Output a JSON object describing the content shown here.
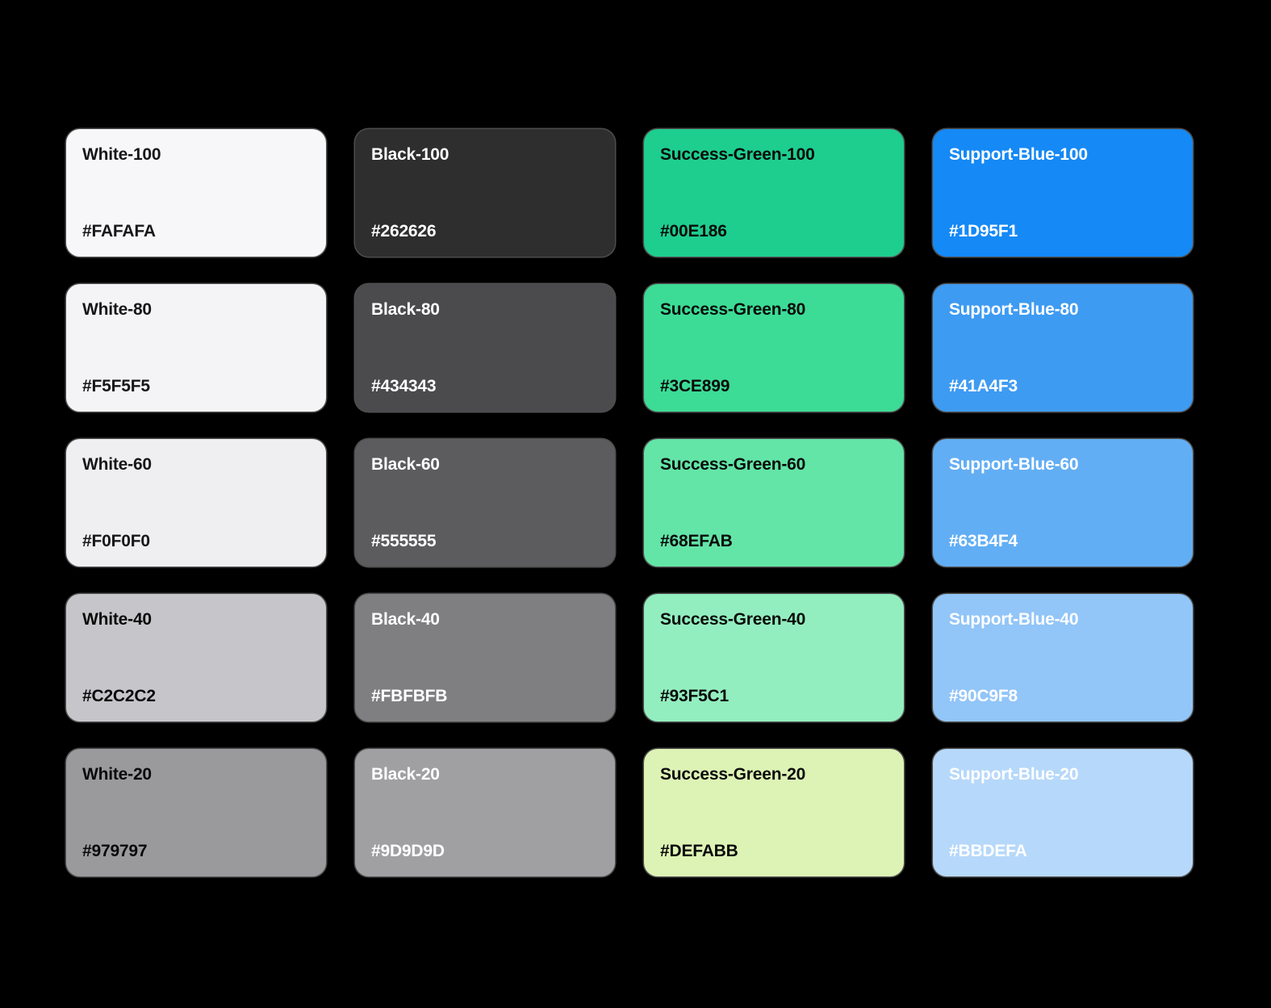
{
  "page": {
    "background": "#000000",
    "title": "Color Palette Swatch Grid",
    "columns": 4,
    "rows": 5
  },
  "swatches": [
    {
      "name": "White-100",
      "hex": "#FAFAFA",
      "swatch_fill": "#F7F7F9",
      "text_color": "#17171A",
      "group": "White",
      "step": 100
    },
    {
      "name": "Black-100",
      "hex": "#262626",
      "swatch_fill": "#2E2E2E",
      "text_color": "#FFFFFF",
      "group": "Black",
      "step": 100
    },
    {
      "name": "Success-Green-100",
      "hex": "#00E186",
      "swatch_fill": "#1ECE8E",
      "text_color": "#0A0A0A",
      "group": "Success-Green",
      "step": 100
    },
    {
      "name": "Support-Blue-100",
      "hex": "#1D95F1",
      "swatch_fill": "#1589F5",
      "text_color": "#FFFFFF",
      "group": "Support-Blue",
      "step": 100
    },
    {
      "name": "White-80",
      "hex": "#F5F5F5",
      "swatch_fill": "#F4F4F6",
      "text_color": "#17171A",
      "group": "White",
      "step": 80
    },
    {
      "name": "Black-80",
      "hex": "#434343",
      "swatch_fill": "#4B4B4E",
      "text_color": "#FFFFFF",
      "group": "Black",
      "step": 80
    },
    {
      "name": "Success-Green-80",
      "hex": "#3CE899",
      "swatch_fill": "#3CDC96",
      "text_color": "#0A0A0A",
      "group": "Success-Green",
      "step": 80
    },
    {
      "name": "Support-Blue-80",
      "hex": "#41A4F3",
      "swatch_fill": "#3E9BF2",
      "text_color": "#FFFFFF",
      "group": "Support-Blue",
      "step": 80
    },
    {
      "name": "White-60",
      "hex": "#F0F0F0",
      "swatch_fill": "#EFEFF2",
      "text_color": "#17171A",
      "group": "White",
      "step": 60
    },
    {
      "name": "Black-60",
      "hex": "#555555",
      "swatch_fill": "#5C5C5F",
      "text_color": "#FFFFFF",
      "group": "Black",
      "step": 60
    },
    {
      "name": "Success-Green-60",
      "hex": "#68EFAB",
      "swatch_fill": "#63E5A7",
      "text_color": "#0A0A0A",
      "group": "Success-Green",
      "step": 60
    },
    {
      "name": "Support-Blue-60",
      "hex": "#63B4F4",
      "swatch_fill": "#62AEF4",
      "text_color": "#FFFFFF",
      "group": "Support-Blue",
      "step": 60
    },
    {
      "name": "White-40",
      "hex": "#C2C2C2",
      "swatch_fill": "#C6C6CA",
      "text_color": "#0A0A0A",
      "group": "White",
      "step": 40
    },
    {
      "name": "Black-40",
      "hex": "#FBFBFB",
      "swatch_fill": "#7F7F82",
      "text_color": "#FFFFFF",
      "group": "Black",
      "step": 40
    },
    {
      "name": "Success-Green-40",
      "hex": "#93F5C1",
      "swatch_fill": "#93EEBF",
      "text_color": "#0A0A0A",
      "group": "Success-Green",
      "step": 40
    },
    {
      "name": "Support-Blue-40",
      "hex": "#90C9F8",
      "swatch_fill": "#92C5F8",
      "text_color": "#FFFFFF",
      "group": "Support-Blue",
      "step": 40
    },
    {
      "name": "White-20",
      "hex": "#979797",
      "swatch_fill": "#9A9A9D",
      "text_color": "#0A0A0A",
      "group": "White",
      "step": 20
    },
    {
      "name": "Black-20",
      "hex": "#9D9D9D",
      "swatch_fill": "#A0A0A3",
      "text_color": "#FFFFFF",
      "group": "Black",
      "step": 20
    },
    {
      "name": "Success-Green-20",
      "hex": "#DEFABB",
      "swatch_fill": "#DDF3B5",
      "text_color": "#0A0A0A",
      "group": "Success-Green",
      "step": 20
    },
    {
      "name": "Support-Blue-20",
      "hex": "#BBDEFA",
      "swatch_fill": "#B6D8FA",
      "text_color": "#FFFFFF",
      "group": "Support-Blue",
      "step": 20
    }
  ]
}
